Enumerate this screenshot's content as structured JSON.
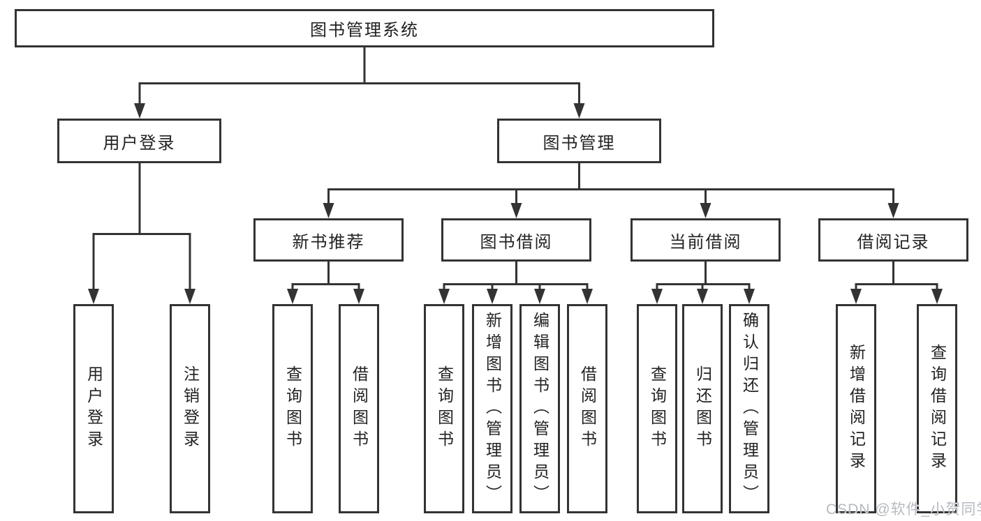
{
  "diagram": {
    "root": {
      "label": "图书管理系统"
    },
    "level2": [
      {
        "label": "用户登录",
        "children": [
          {
            "label": "用户登录"
          },
          {
            "label": "注销登录"
          }
        ]
      },
      {
        "label": "图书管理",
        "children": [
          {
            "label": "新书推荐",
            "children": [
              {
                "label": "查询图书"
              },
              {
                "label": "借阅图书"
              }
            ]
          },
          {
            "label": "图书借阅",
            "children": [
              {
                "label": "查询图书"
              },
              {
                "label": "新增图书（管理员）"
              },
              {
                "label": "编辑图书（管理员）"
              },
              {
                "label": "借阅图书"
              }
            ]
          },
          {
            "label": "当前借阅",
            "children": [
              {
                "label": "查询图书"
              },
              {
                "label": "归还图书"
              },
              {
                "label": "确认归还（管理员）"
              }
            ]
          },
          {
            "label": "借阅记录",
            "children": [
              {
                "label": "新增借阅记录"
              },
              {
                "label": "查询借阅记录"
              }
            ]
          }
        ]
      }
    ],
    "watermark": "CSDN @软件_小贺同学",
    "colors": {
      "line": "#333333",
      "text": "#222222",
      "background": "#ffffff",
      "watermark": "#b6bac0"
    }
  }
}
